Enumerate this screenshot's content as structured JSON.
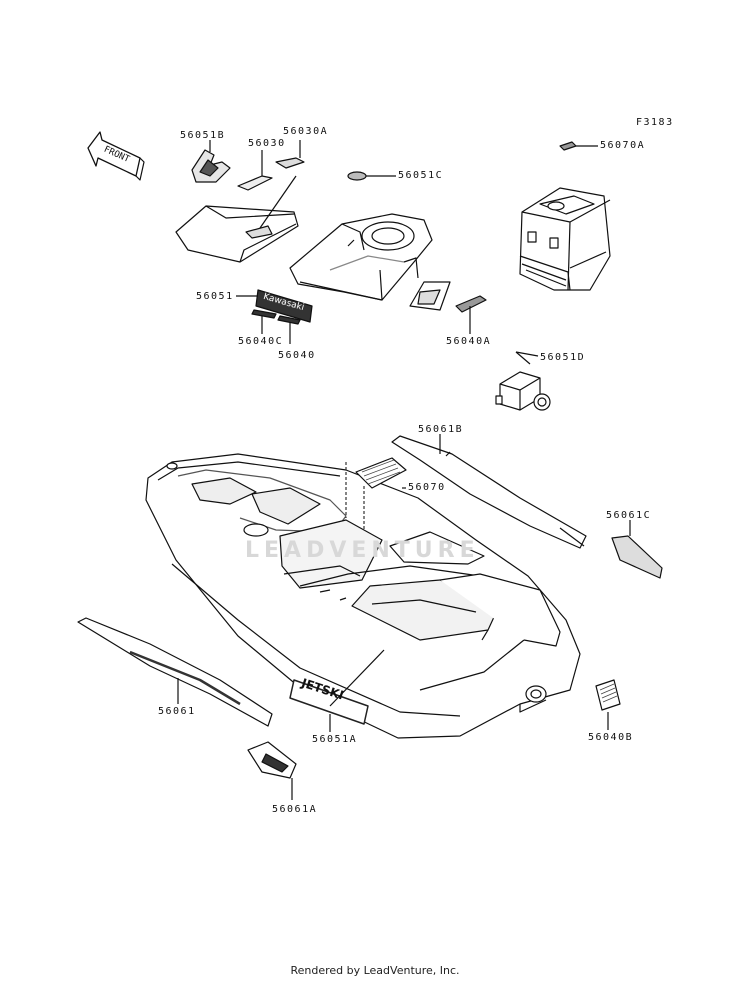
{
  "figure_code": "F3183",
  "front_arrow_text": "FRONT",
  "parts": {
    "p56051B": "56051B",
    "p56030": "56030",
    "p56030A": "56030A",
    "p56051C": "56051C",
    "p56070A": "56070A",
    "p56051": "56051",
    "p56040C": "56040C",
    "p56040": "56040",
    "p56040A": "56040A",
    "p56051D": "56051D",
    "p56061B": "56061B",
    "p56070": "56070",
    "p56061C": "56061C",
    "p56061": "56061",
    "p56051A": "56051A",
    "p56040B": "56040B",
    "p56061A": "56061A"
  },
  "decal_texts": {
    "kawasaki": "Kawasaki",
    "jetski": "JETSKI"
  },
  "watermark": "LEADVENTURE",
  "footer": "Rendered by LeadVenture, Inc."
}
